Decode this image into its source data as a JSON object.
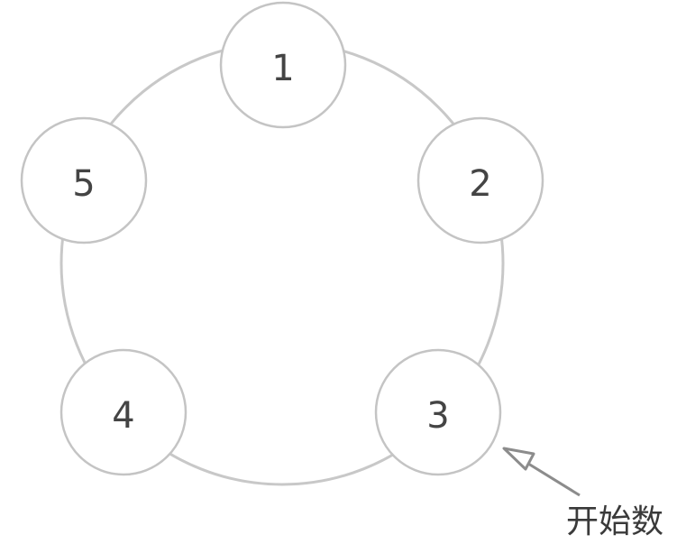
{
  "nodes": [
    {
      "label": "1"
    },
    {
      "label": "2"
    },
    {
      "label": "3"
    },
    {
      "label": "4"
    },
    {
      "label": "5"
    }
  ],
  "annotation": {
    "text": "开始数",
    "points_to": "3"
  },
  "colors": {
    "stroke": "#c4c4c4",
    "text": "#444444",
    "arrow": "#8c8c8c"
  }
}
